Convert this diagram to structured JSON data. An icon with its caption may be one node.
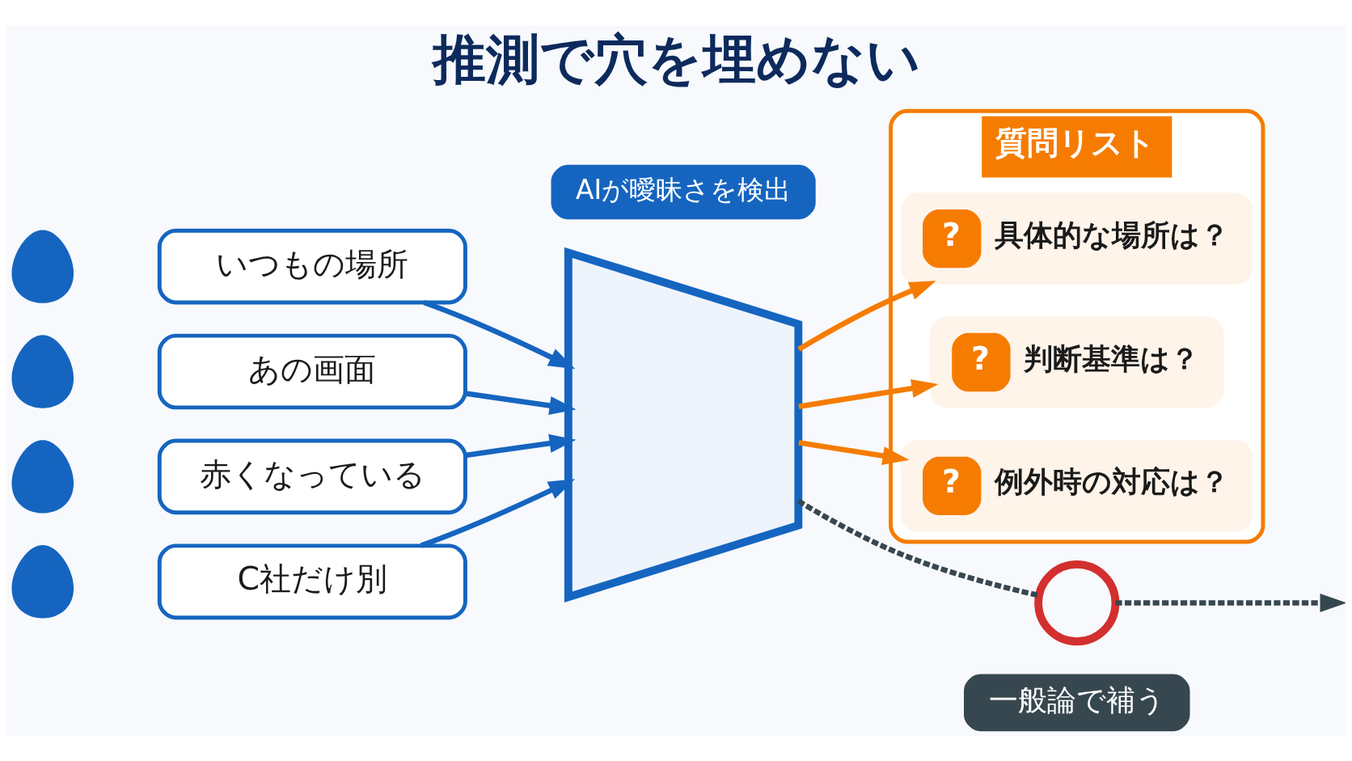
{
  "diagram": {
    "title": "推測で穴を埋めない",
    "nodes": [
      {
        "text": [],
        "shape": "person"
      },
      {
        "text": [
          "いつもの場所"
        ]
      },
      {
        "text": [],
        "shape": "person"
      },
      {
        "text": [
          "あの画面"
        ]
      },
      {
        "text": [],
        "shape": "person"
      },
      {
        "text": [
          "赤くなっている"
        ]
      },
      {
        "text": [],
        "shape": "person"
      },
      {
        "text": [
          "C社だけ別"
        ]
      },
      {
        "text": [
          "AIが曖昧さを検出"
        ]
      },
      {
        "text": [],
        "shape": "trapezoid"
      },
      {
        "text": [
          "質問リスト"
        ]
      },
      {
        "text": [
          "?",
          "具体的な場所は？"
        ],
        "in": 10
      },
      {
        "text": [
          "?",
          "判断基準は？"
        ],
        "in": 10
      },
      {
        "text": [
          "?",
          "例外時の対応は？"
        ],
        "in": 10
      },
      {
        "text": [],
        "shape": "circle"
      },
      {
        "text": [
          "一般論で補う"
        ]
      }
    ],
    "edges": [
      {
        "from": 1,
        "to": 9,
        "arrow": "to",
        "color": "#1565c0"
      },
      {
        "from": 3,
        "to": 9,
        "arrow": "to",
        "color": "#1565c0"
      },
      {
        "from": 5,
        "to": 9,
        "arrow": "to",
        "color": "#1565c0"
      },
      {
        "from": 7,
        "to": 9,
        "arrow": "to",
        "color": "#1565c0"
      },
      {
        "from": 9,
        "to": 11,
        "arrow": "to",
        "color": "#f57c00"
      },
      {
        "from": 9,
        "to": 12,
        "arrow": "to",
        "color": "#f57c00"
      },
      {
        "from": 9,
        "to": 13,
        "arrow": "to",
        "color": "#f57c00"
      },
      {
        "from": 9,
        "to": 14,
        "arrow": "none",
        "style": "dashed",
        "color": "#37474f"
      },
      {
        "from": 14,
        "to": null,
        "arrow": "to",
        "style": "dashed",
        "color": "#37474f"
      }
    ]
  }
}
